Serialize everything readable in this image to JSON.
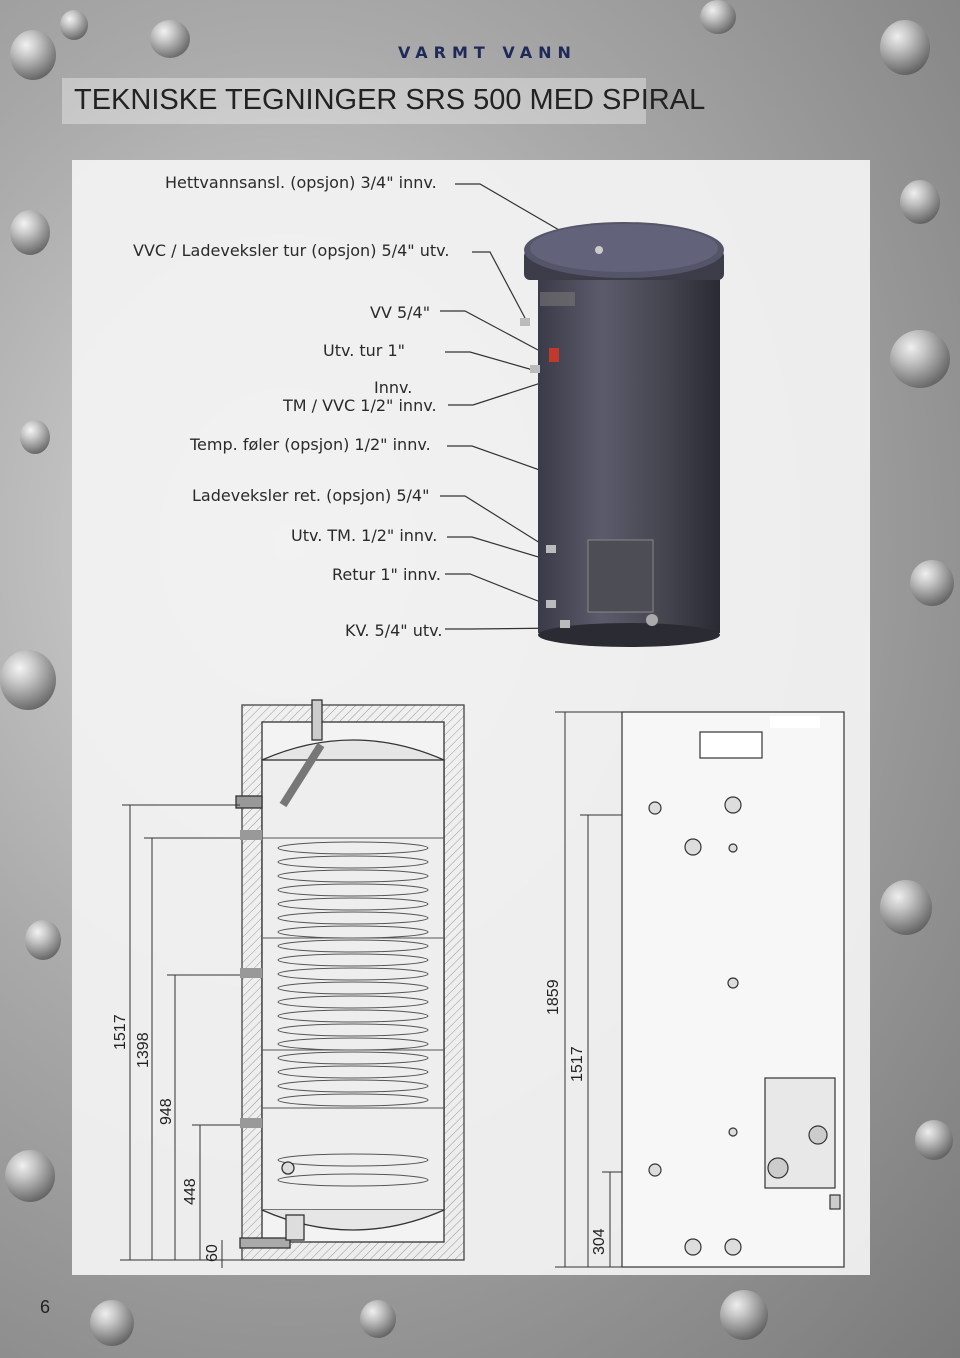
{
  "header": {
    "section": "VARMT VANN",
    "title": "TEKNISKE TEGNINGER SRS 500 MED SPIRAL"
  },
  "callouts": [
    "Hettvannsansl. (opsjon) 3/4\" innv.",
    "VVC / Ladeveksler tur (opsjon) 5/4\" utv.",
    "VV 5/4\"",
    "Utv. tur 1\"",
    "Innv.",
    "TM / VVC 1/2\" innv.",
    "Temp. føler (opsjon) 1/2\" innv.",
    "Ladeveksler ret. (opsjon) 5/4\"",
    "Utv. TM. 1/2\" innv.",
    "Retur 1\" innv.",
    "KV. 5/4\" utv."
  ],
  "section_dimensions": [
    "1517",
    "1398",
    "948",
    "448",
    "60"
  ],
  "front_dimensions": [
    "1859",
    "1517",
    "304"
  ],
  "page_number": "6"
}
